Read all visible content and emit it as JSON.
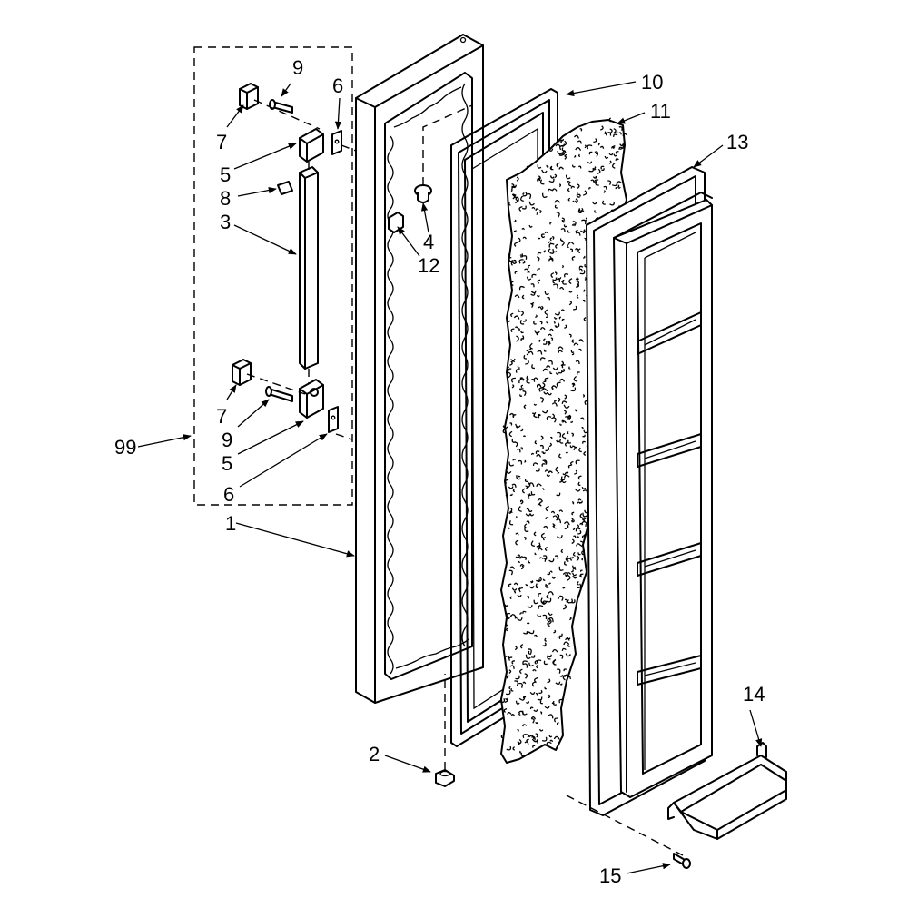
{
  "callouts": {
    "c1": "1",
    "c2": "2",
    "c3": "3",
    "c4": "4",
    "c5a": "5",
    "c5b": "5",
    "c6a": "6",
    "c6b": "6",
    "c7a": "7",
    "c7b": "7",
    "c8": "8",
    "c9a": "9",
    "c9b": "9",
    "c10": "10",
    "c11": "11",
    "c12": "12",
    "c13": "13",
    "c14": "14",
    "c15": "15",
    "c99": "99"
  }
}
